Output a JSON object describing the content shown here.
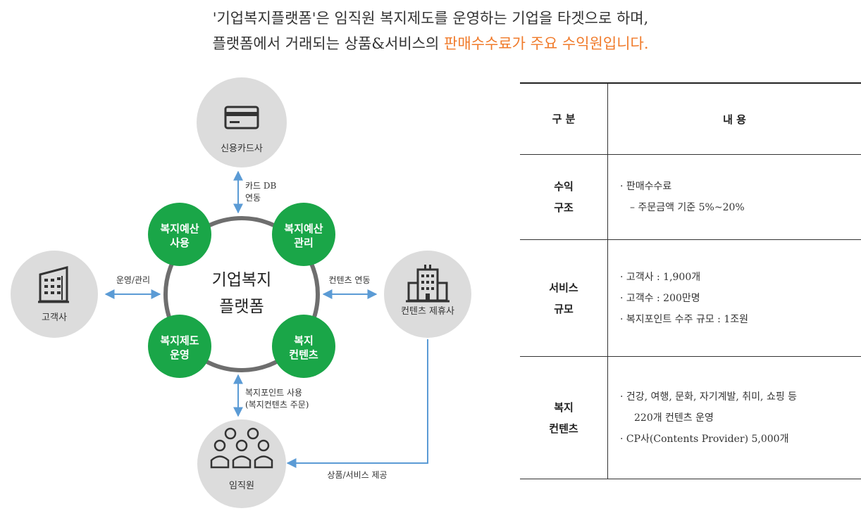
{
  "headline": {
    "line1": "'기업복지플랫폼'은 임직원 복지제도를 운영하는 기업을 타겟으로 하며,",
    "line2_prefix": "플랫폼에서 거래되는 상품&서비스의 ",
    "line2_highlight": "판매수수료가 주요 수익원입니다."
  },
  "diagram": {
    "center_line1": "기업복지",
    "center_line2": "플랫폼",
    "nodes": {
      "card": "신용카드사",
      "customer": "고객사",
      "partner": "컨텐츠 제휴사",
      "employee": "임직원"
    },
    "green": {
      "budget_use": [
        "복지예산",
        "사용"
      ],
      "budget_manage": [
        "복지예산",
        "관리"
      ],
      "system_operate": [
        "복지제도",
        "운영"
      ],
      "welfare_contents": [
        "복지",
        "컨텐츠"
      ]
    },
    "labels": {
      "card_db": [
        "카드 DB",
        "연동"
      ],
      "operate_manage": "운영/관리",
      "contents_link": "컨텐츠 연동",
      "point_use": [
        "복지포인트 사용",
        "(복지컨텐츠 주문)"
      ],
      "product_service": "상품/서비스 제공"
    },
    "icons": {
      "card": "credit-card-icon",
      "customer": "office-building-icon",
      "partner": "company-building-icon",
      "employee": "people-group-icon"
    },
    "colors": {
      "green": "#1aa648",
      "gray_circle": "#dcdcdc",
      "arrow": "#5b9bd5",
      "ring": "#6e6e6e",
      "highlight": "#f07a2a"
    }
  },
  "table": {
    "headers": [
      "구 분",
      "내 용"
    ],
    "rows": [
      {
        "category": [
          "수익",
          "구조"
        ],
        "items": [
          "· 판매수수료"
        ],
        "sub_items": [
          "– 주문금액 기준 5%~20%"
        ]
      },
      {
        "category": [
          "서비스",
          "규모"
        ],
        "items": [
          "· 고객사 : 1,900개",
          "· 고객수 : 200만명",
          "· 복지포인트 수주 규모 : 1조원"
        ]
      },
      {
        "category": [
          "복지",
          "컨텐츠"
        ],
        "items": [
          "· 건강, 여행, 문화, 자기계발, 취미, 쇼핑 등"
        ],
        "continuation": [
          "220개 컨텐츠 운영"
        ],
        "items2": [
          "· CP사(Contents Provider) 5,000개"
        ]
      }
    ]
  }
}
